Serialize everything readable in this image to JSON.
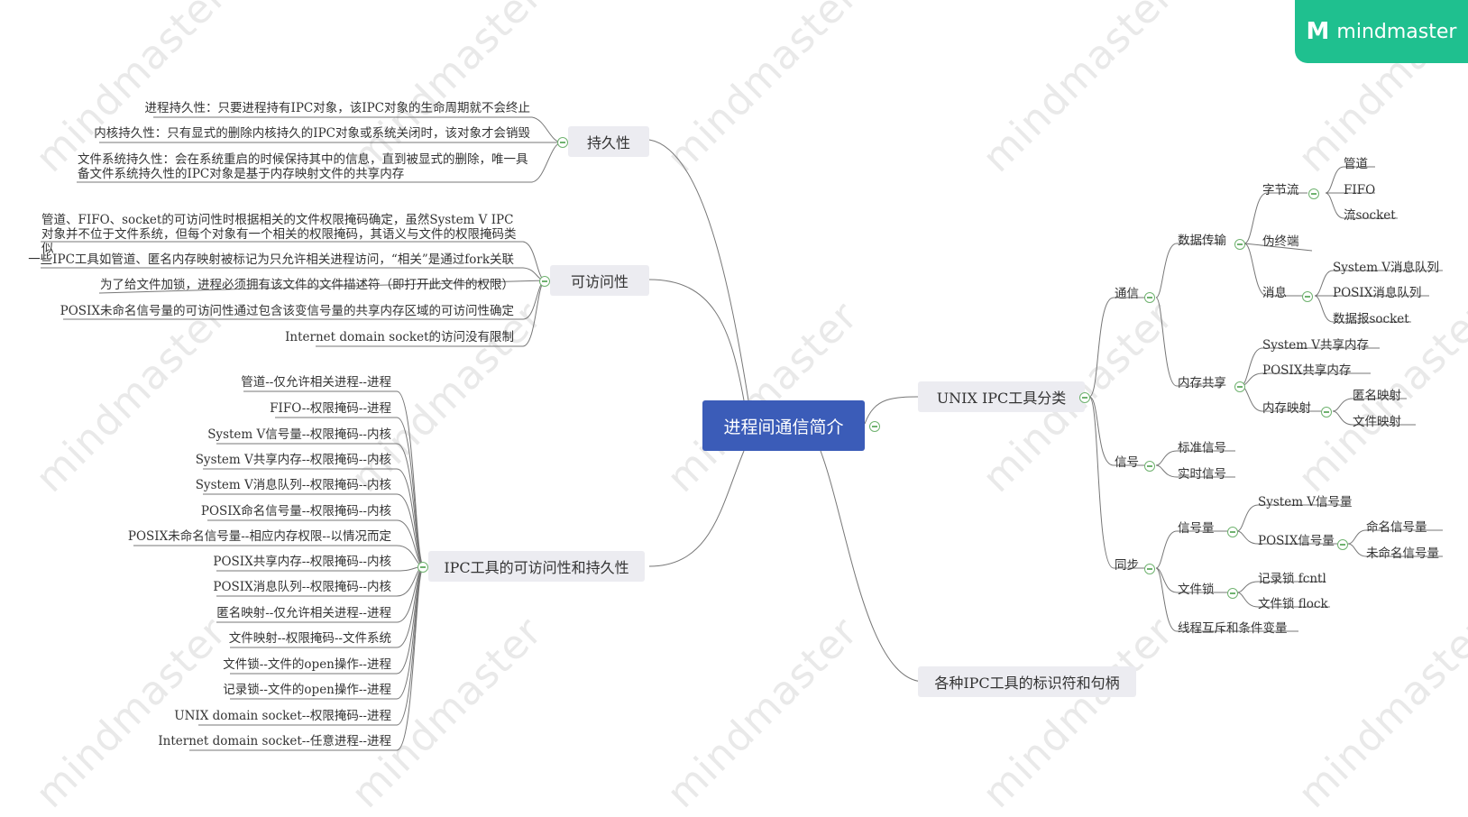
{
  "brand": {
    "name": "mindmaster",
    "logo_mark": "M",
    "watermark": "mindmaster"
  },
  "root": "进程间通信简介",
  "left": {
    "persistence": {
      "title": "持久性",
      "items": [
        "进程持久性：只要进程持有IPC对象，该IPC对象的生命周期就不会终止",
        "内核持久性：只有显式的删除内核持久的IPC对象或系统关闭时，该对象才会销毁",
        "文件系统持久性：会在系统重启的时候保持其中的信息，直到被显式的删除，唯一具备文件系统持久性的IPC对象是基于内存映射文件的共享内存"
      ]
    },
    "accessibility": {
      "title": "可访问性",
      "items": [
        "管道、FIFO、socket的可访问性时根据相关的文件权限掩码确定，虽然System V IPC对象并不位于文件系统，但每个对象有一个相关的权限掩码，其语义与文件的权限掩码类似",
        "一些IPC工具如管道、匿名内存映射被标记为只允许相关进程访问，“相关”是通过fork关联",
        "为了给文件加锁，进程必须拥有该文件的文件描述符（即打开此文件的权限）",
        "POSIX未命名信号量的可访问性通过包含该变信号量的共享内存区域的可访问性确定",
        "Internet domain socket的访问没有限制"
      ]
    },
    "ipc_table": {
      "title": "IPC工具的可访问性和持久性",
      "items": [
        "管道--仅允许相关进程--进程",
        "FIFO--权限掩码--进程",
        "System V信号量--权限掩码--内核",
        "System V共享内存--权限掩码--内核",
        "System V消息队列--权限掩码--内核",
        "POSIX命名信号量--权限掩码--内核",
        "POSIX未命名信号量--相应内存权限--以情况而定",
        "POSIX共享内存--权限掩码--内核",
        "POSIX消息队列--权限掩码--内核",
        "匿名映射--仅允许相关进程--进程",
        "文件映射--权限掩码--文件系统",
        "文件锁--文件的open操作--进程",
        "记录锁--文件的open操作--进程",
        "UNIX domain socket--权限掩码--进程",
        "Internet domain socket--任意进程--进程"
      ]
    }
  },
  "right": {
    "classification": {
      "title": "UNIX IPC工具分类",
      "communication": {
        "label": "通信",
        "data_transfer": {
          "label": "数据传输",
          "byte_stream": {
            "label": "字节流",
            "items": [
              "管道",
              "FIFO",
              "流socket"
            ]
          },
          "pseudo_terminal": "伪终端",
          "message": {
            "label": "消息",
            "items": [
              "System V消息队列",
              "POSIX消息队列",
              "数据报socket"
            ]
          }
        },
        "shared_memory": {
          "label": "内存共享",
          "sysv": "System V共享内存",
          "posix": "POSIX共享内存",
          "mmap": {
            "label": "内存映射",
            "items": [
              "匿名映射",
              "文件映射"
            ]
          }
        }
      },
      "signal": {
        "label": "信号",
        "items": [
          "标准信号",
          "实时信号"
        ]
      },
      "sync": {
        "label": "同步",
        "semaphore": {
          "label": "信号量",
          "sysv": "System V信号量",
          "posix": {
            "label": "POSIX信号量",
            "items": [
              "命名信号量",
              "未命名信号量"
            ]
          }
        },
        "file_lock": {
          "label": "文件锁",
          "items": [
            "记录锁 fcntl",
            "文件锁 flock"
          ]
        },
        "thread": "线程互斥和条件变量"
      }
    },
    "handles": {
      "title": "各种IPC工具的标识符和句柄"
    }
  }
}
